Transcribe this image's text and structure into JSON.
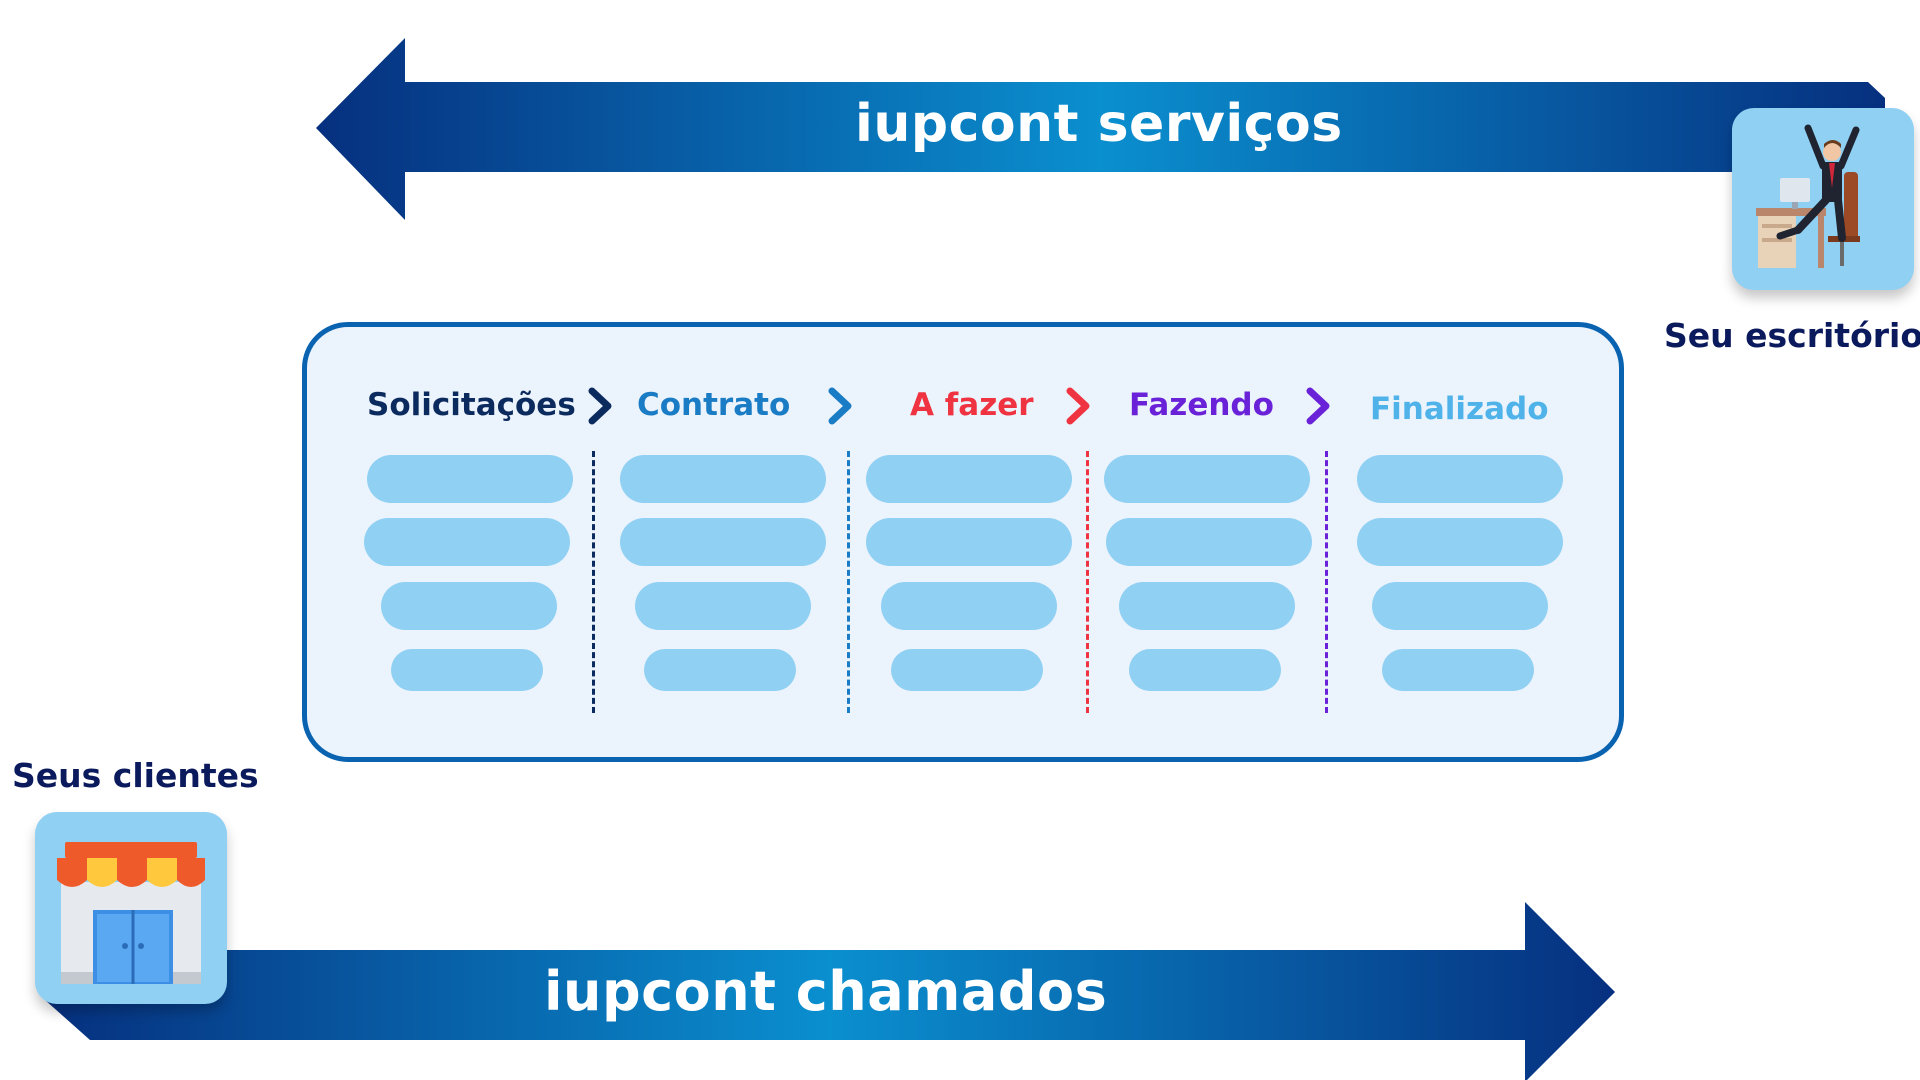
{
  "arrows": {
    "top": {
      "label": "iupcont serviços",
      "direction": "left"
    },
    "bottom": {
      "label": "iupcont chamados",
      "direction": "right"
    }
  },
  "actors": {
    "office": {
      "label": "Seu escritório",
      "icon": "office-worker-icon"
    },
    "clients": {
      "label": "Seus clientes",
      "icon": "storefront-icon"
    }
  },
  "stages": [
    {
      "title": "Solicitações",
      "color": "#0b2a5e"
    },
    {
      "title": "Contrato",
      "color": "#1a7cc4"
    },
    {
      "title": "A fazer",
      "color": "#ef3340"
    },
    {
      "title": "Fazendo",
      "color": "#6a22d8"
    },
    {
      "title": "Finalizado",
      "color": "#4fb3ea"
    }
  ],
  "colors": {
    "arrow_dark": "#06307f",
    "arrow_light": "#0a8fcf",
    "card": "#8fd0f3",
    "board_bg": "#ebf3fd",
    "board_border": "#0a63b0",
    "label_navy": "#0b1a5c"
  }
}
